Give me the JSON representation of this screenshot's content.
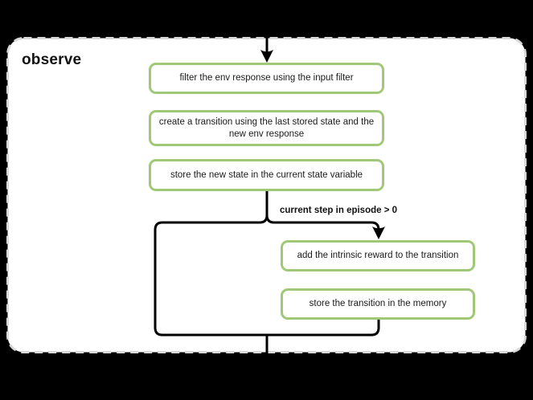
{
  "page": {
    "background_color": "#000000"
  },
  "diagram": {
    "title": "observe",
    "card": {
      "background_color": "#ffffff",
      "border_color": "#d9d9d9",
      "border_style": "dashed"
    },
    "colors": {
      "node_border": "#a0c878",
      "node_fill": "#ffffff",
      "edge": "#000000",
      "text": "#1a1a1a"
    },
    "nodes": [
      {
        "id": "filter-env-response",
        "label": "filter the env response using the input filter"
      },
      {
        "id": "create-transition",
        "label": "create a transition using the last stored state and the new env response"
      },
      {
        "id": "store-new-state",
        "label": "store the new state in the current state variable"
      },
      {
        "id": "add-intrinsic-reward",
        "label": "add the intrinsic reward to the transition"
      },
      {
        "id": "store-transition",
        "label": "store the transition in the memory"
      }
    ],
    "edges": {
      "condition_label": "current step in episode > 0"
    }
  }
}
